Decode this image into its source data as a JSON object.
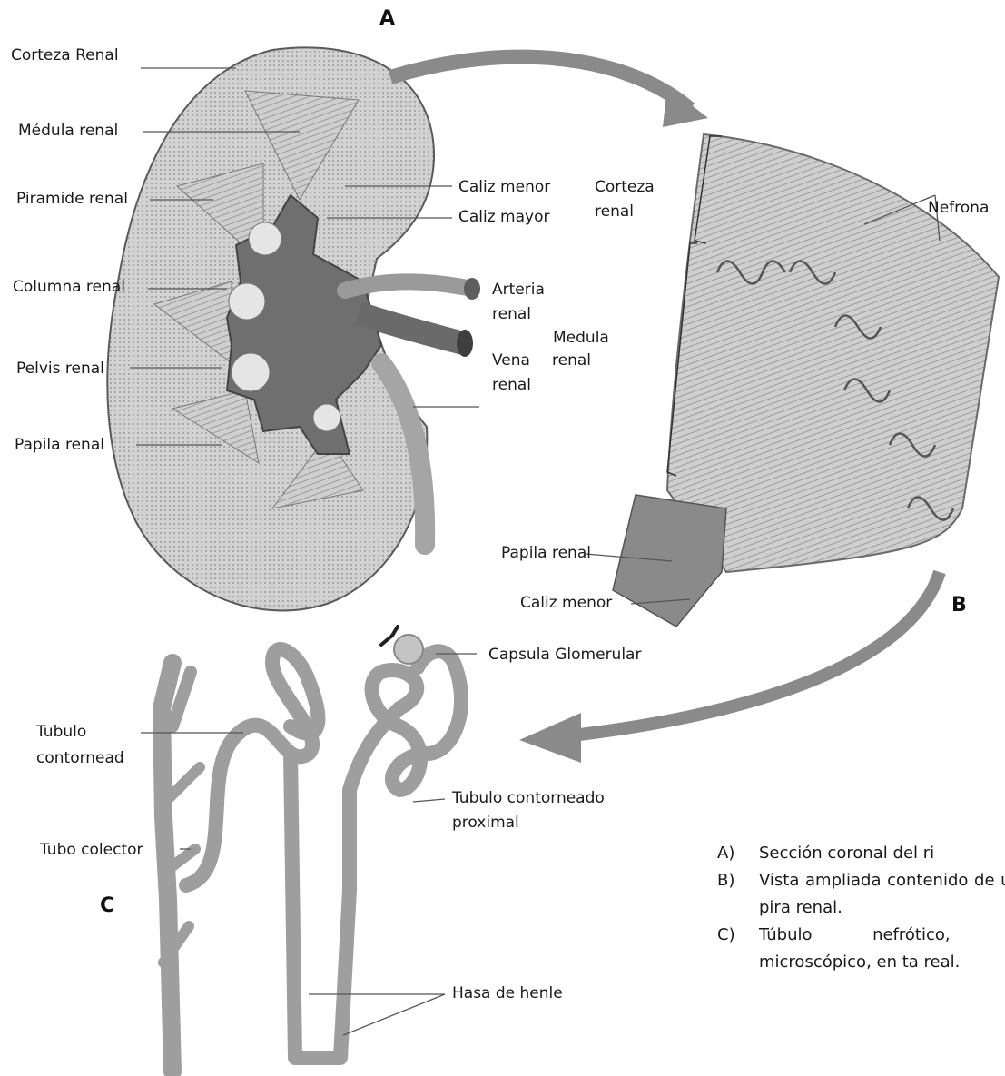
{
  "panels": {
    "a": "A",
    "b": "B",
    "c": "C"
  },
  "kidney_labels": {
    "corteza": "Corteza Renal",
    "medula": "Médula renal",
    "piramide": "Piramide renal",
    "columna": "Columna renal",
    "pelvis": "Pelvis renal",
    "papila": "Papila renal",
    "caliz_menor": "Caliz menor",
    "caliz_mayor": "Caliz mayor",
    "arteria_1": "Arteria",
    "arteria_2": "renal",
    "vena_1": "Vena",
    "vena_2": "renal"
  },
  "pyramid_labels": {
    "corteza_1": "Corteza",
    "corteza_2": "renal",
    "medula_1": "Medula",
    "medula_2": "renal",
    "nefrona": "Nefrona",
    "papila": "Papila renal",
    "caliz_menor": "Caliz menor"
  },
  "nephron_labels": {
    "capsula": "Capsula Glomerular",
    "tubulo_distal_1": "Tubulo",
    "tubulo_distal_2": "contornead",
    "tubulo_proximal_1": "Tubulo contorneado",
    "tubulo_proximal_2": "proximal",
    "tubo_colector": "Tubo colector",
    "hasa": "Hasa de henle"
  },
  "captions": [
    {
      "letter": "A)",
      "text": "Sección coronal del ri"
    },
    {
      "letter": "B)",
      "text": "Vista ampliada contenido de una pira renal."
    },
    {
      "letter": "C)",
      "text": "Túbulo nefrótico, qu microscópico, en ta real."
    }
  ],
  "colors": {
    "tissue": "#b8b8b8",
    "cortex": "#c9c9c9",
    "pelvis": "#6f6f6f",
    "vessel": "#8e8e8e",
    "tubule": "#bdbdbd",
    "arrow": "#9a9a9a",
    "line": "#555555"
  }
}
